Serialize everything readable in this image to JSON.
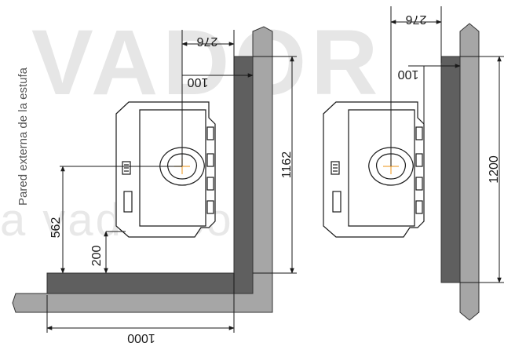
{
  "watermark": {
    "brand": "VADOR",
    "site": "a vador.com"
  },
  "labels": {
    "wall_caption": "Pared externa de la estufa"
  },
  "dimensions": {
    "left": {
      "top_offset": "276",
      "wall_gap": "100",
      "height": "1162",
      "center_height": "562",
      "floor_gap": "200",
      "width": "1000"
    },
    "right": {
      "top_offset": "276",
      "wall_gap": "100",
      "height": "1200"
    }
  },
  "colors": {
    "wall_dark": "#5f5f5f",
    "wall_light": "#a6a6a6",
    "line": "#1a1a1a",
    "outlet": "#f0a640"
  }
}
